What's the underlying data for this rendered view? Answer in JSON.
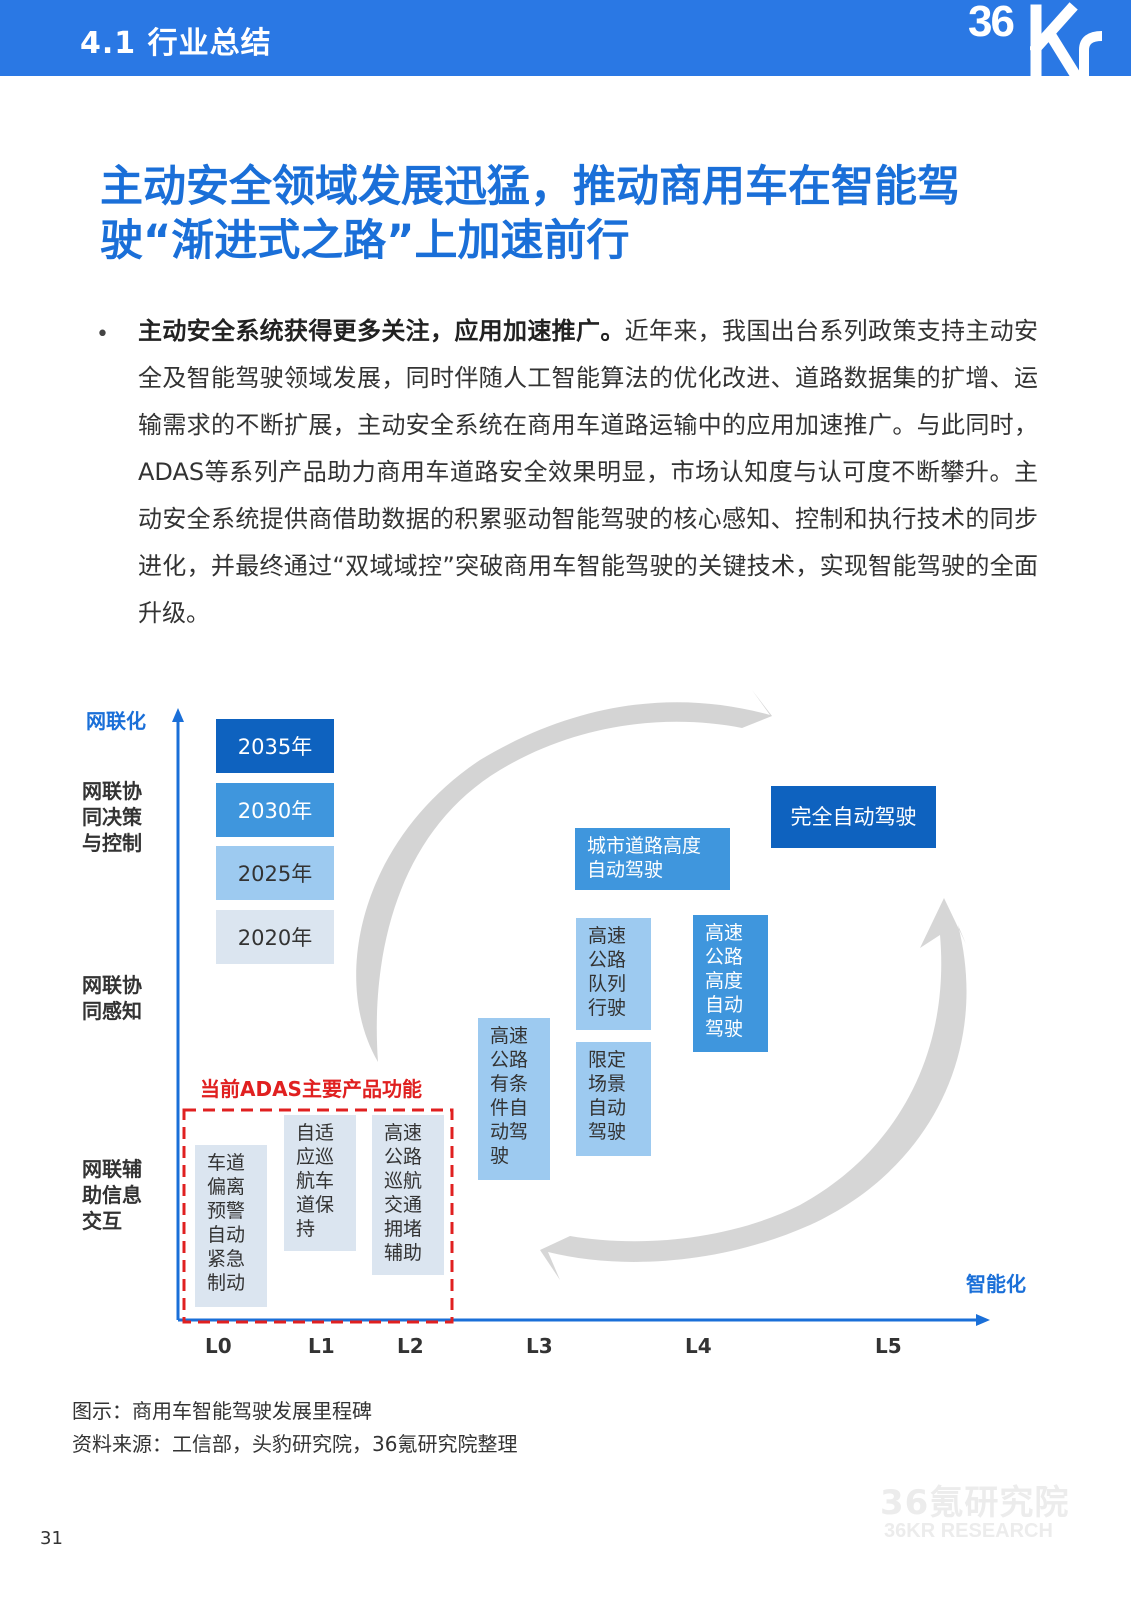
{
  "header": {
    "section_title": "4.1 行业总结",
    "logo": "36Kr"
  },
  "headline": {
    "line1": "主动安全领域发展迅猛，推动商用车在智能驾",
    "line2": "驶“渐进式之路”上加速前行"
  },
  "body": {
    "bullet": "•",
    "bold_lead": "主动安全系统获得更多关注，应用加速推广。",
    "text": "近年来，我国出台系列政策支持主动安全及智能驾驶领域发展，同时伴随人工智能算法的优化改进、道路数据集的扩增、运输需求的不断扩展，主动安全系统在商用车道路运输中的应用加速推广。与此同时，ADAS等系列产品助力商用车道路安全效果明显，市场认知度与认可度不断攀升。主动安全系统提供商借助数据的积累驱动智能驾驶的核心感知、控制和执行技术的同步进化，并最终通过“双域域控”突破商用车智能驾驶的关键技术，实现智能驾驶的全面升级。"
  },
  "diagram": {
    "y_axis_title": "网联化",
    "x_axis_title": "智能化",
    "y_levels": [
      "网联协同决策与控制",
      "网联协同感知",
      "网联辅助信息交互"
    ],
    "x_ticks": [
      "L0",
      "L1",
      "L2",
      "L3",
      "L4",
      "L5"
    ],
    "years": [
      {
        "label": "2035年",
        "color": "#0e62bf"
      },
      {
        "label": "2030年",
        "color": "#3f96dd"
      },
      {
        "label": "2025年",
        "color": "#9dcaf0"
      },
      {
        "label": "2020年",
        "color": "#dbe5f0"
      }
    ],
    "adas_label": "当前ADAS主要产品功能",
    "cells": {
      "l0": "车道偏离预警自动紧急制动",
      "l1": "自适应巡航车道保持",
      "l2": "高速公路巡航交通拥堵辅助",
      "l3": "高速公路有条件自动驾驶",
      "l3b_top": "高速公路队列行驶",
      "l3b_bottom": "限定场景自动驾驶",
      "city": "城市道路高度自动驾驶",
      "l4": "高速公路高度自动驾驶",
      "l5": "完全自动驾驶"
    },
    "colors": {
      "axis": "#1a6fd8",
      "adas_red": "#e02020",
      "light_cell": "#dbe5f0",
      "mid_cell": "#9dcaf0",
      "blue_cell": "#3f96dd",
      "dark_cell": "#0e62bf"
    }
  },
  "captions": {
    "figure": "图示：商用车智能驾驶发展里程碑",
    "source": "资料来源：工信部，头豹研究院，36氪研究院整理"
  },
  "watermark": {
    "cn": "36氪研究院",
    "en": "36KR RESEARCH"
  },
  "page_number": "31"
}
